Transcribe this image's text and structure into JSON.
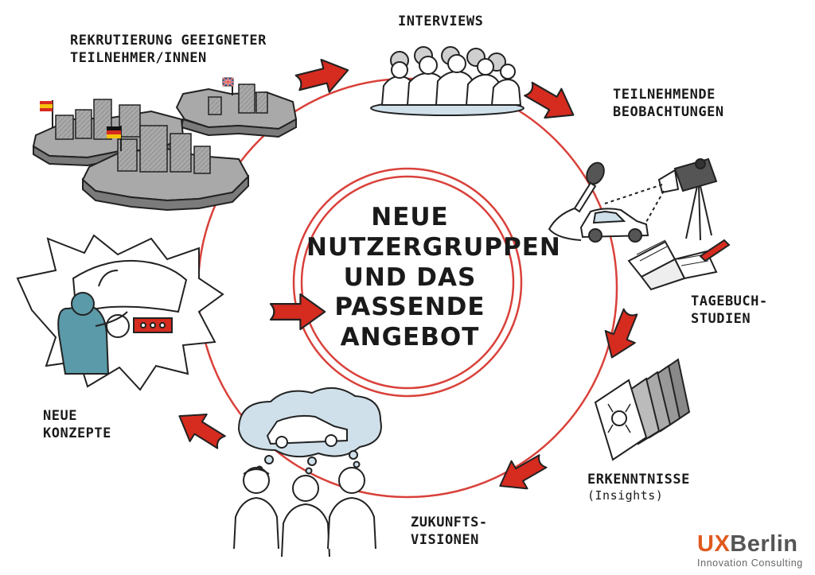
{
  "center": {
    "lines": [
      "NEUE",
      "NUTZERGRUPPEN",
      "UND DAS",
      "PASSENDE",
      "ANGEBOT"
    ]
  },
  "stages": {
    "recruiting": {
      "lines": [
        "REKRUTIERUNG GEEIGNETER",
        "TEILNEHMER/INNEN"
      ]
    },
    "interviews": {
      "lines": [
        "INTERVIEWS"
      ]
    },
    "observation": {
      "lines": [
        "TEILNEHMENDE",
        "BEOBACHTUNGEN"
      ]
    },
    "diary": {
      "lines": [
        "TAGEBUCH-",
        "STUDIEN"
      ]
    },
    "insights": {
      "lines": [
        "ERKENNTNISSE"
      ],
      "note": "(Insights)"
    },
    "future": {
      "lines": [
        "ZUKUNFTS-",
        "VISIONEN"
      ]
    },
    "concepts": {
      "lines": [
        "NEUE",
        "KONZEPTE"
      ]
    }
  },
  "logo": {
    "ux": "UX",
    "berlin": "Berlin",
    "tagline": "Innovation Consulting"
  },
  "colors": {
    "accent_red": "#d62b1f",
    "ring_red": "#d9413a",
    "teal": "#5b9aa8",
    "grey_map": "#a9a9a9",
    "logo_orange": "#e05a1e"
  },
  "icons": {
    "recruiting": "city-map-illustration",
    "interviews": "group-of-people-illustration",
    "observation": "camera-car-microphone-illustration",
    "diary": "open-diary-pen-illustration",
    "insights": "documents-stack-illustration",
    "future": "thought-bubble-people-illustration",
    "concepts": "car-dashboard-burst-illustration"
  }
}
